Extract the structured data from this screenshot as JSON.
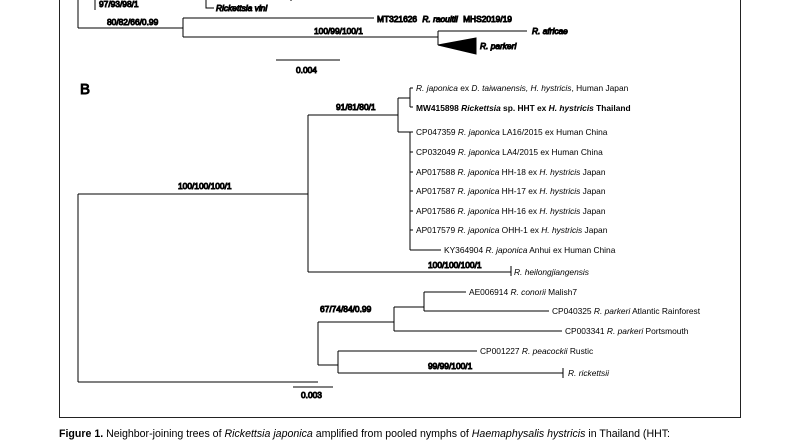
{
  "panel_a": {
    "support": {
      "s1": "97/93/98/1",
      "s2": "80/82/66/0.99",
      "s3": "100/99/100/1"
    },
    "tips": {
      "vini": "Rickettsia vini",
      "raoultii_id": "MT321626",
      "raoultii_name": "R. raoultii",
      "raoultii_strain": "MHS2019/19",
      "africae": "R. africae",
      "parkeri": "R. parkeri"
    },
    "scale": "0.004"
  },
  "panel_b": {
    "letter": "B",
    "support": {
      "japonica_clade": "91/81/80/1",
      "root_left": "100/100/100/1",
      "heilongjiangensis": "100/100/100/1",
      "spotted_clade": "67/74/84/0.99",
      "rickettsii": "99/99/100/1"
    },
    "tips": [
      {
        "pre": "",
        "species": "R. japonica",
        "mid": " ex ",
        "host": "D. taiwanensis, H. hystricis",
        "post": ", Human Japan",
        "bold": false
      },
      {
        "pre": "MW415898 ",
        "species": "Rickettsia",
        "mid": " sp. HHT ex ",
        "host": "H. hystricis",
        "post": " Thailand",
        "bold": true
      },
      {
        "pre": "CP047359 ",
        "species": "R. japonica",
        "mid": " LA16/2015 ex Human China",
        "host": "",
        "post": "",
        "bold": false
      },
      {
        "pre": "CP032049 ",
        "species": "R. japonica",
        "mid": " LA4/2015 ex Human China",
        "host": "",
        "post": "",
        "bold": false
      },
      {
        "pre": "AP017588 ",
        "species": "R. japonica",
        "mid": " HH-18 ex ",
        "host": "H. hystricis",
        "post": " Japan",
        "bold": false
      },
      {
        "pre": "AP017587 ",
        "species": "R. japonica",
        "mid": " HH-17 ex ",
        "host": "H. hystricis",
        "post": " Japan",
        "bold": false
      },
      {
        "pre": "AP017586 ",
        "species": "R. japonica",
        "mid": " HH-16 ex ",
        "host": "H. hystricis",
        "post": " Japan",
        "bold": false
      },
      {
        "pre": "AP017579 ",
        "species": "R. japonica",
        "mid": " OHH-1 ex ",
        "host": "H. hystricis",
        "post": " Japan",
        "bold": false
      },
      {
        "pre": "KY364904 ",
        "species": "R. japonica",
        "mid": " Anhui ex Human China",
        "host": "",
        "post": "",
        "bold": false
      },
      {
        "pre": "",
        "species": "R. heilongjiangensis",
        "mid": "",
        "host": "",
        "post": "",
        "bold": false
      },
      {
        "pre": "AE006914 ",
        "species": "R. conorii",
        "mid": " Malish7",
        "host": "",
        "post": "",
        "bold": false
      },
      {
        "pre": "CP040325 ",
        "species": "R. parkeri",
        "mid": " Atlantic Rainforest",
        "host": "",
        "post": "",
        "bold": false
      },
      {
        "pre": "CP003341 ",
        "species": "R. parkeri",
        "mid": " Portsmouth",
        "host": "",
        "post": "",
        "bold": false
      },
      {
        "pre": "CP001227 ",
        "species": "R. peacockii",
        "mid": " Rustic",
        "host": "",
        "post": "",
        "bold": false
      },
      {
        "pre": "",
        "species": "R. rickettsii",
        "mid": "",
        "host": "",
        "post": "",
        "bold": false
      }
    ],
    "scale": "0.003"
  },
  "caption": {
    "label": "Figure 1.",
    "t1": " Neighbor-joining trees of ",
    "i1": "Rickettsia japonica",
    "t2": " amplified from pooled nymphs of ",
    "i2": "Haemaphysalis hystricis",
    "t3": " in Thailand (HHT:"
  }
}
